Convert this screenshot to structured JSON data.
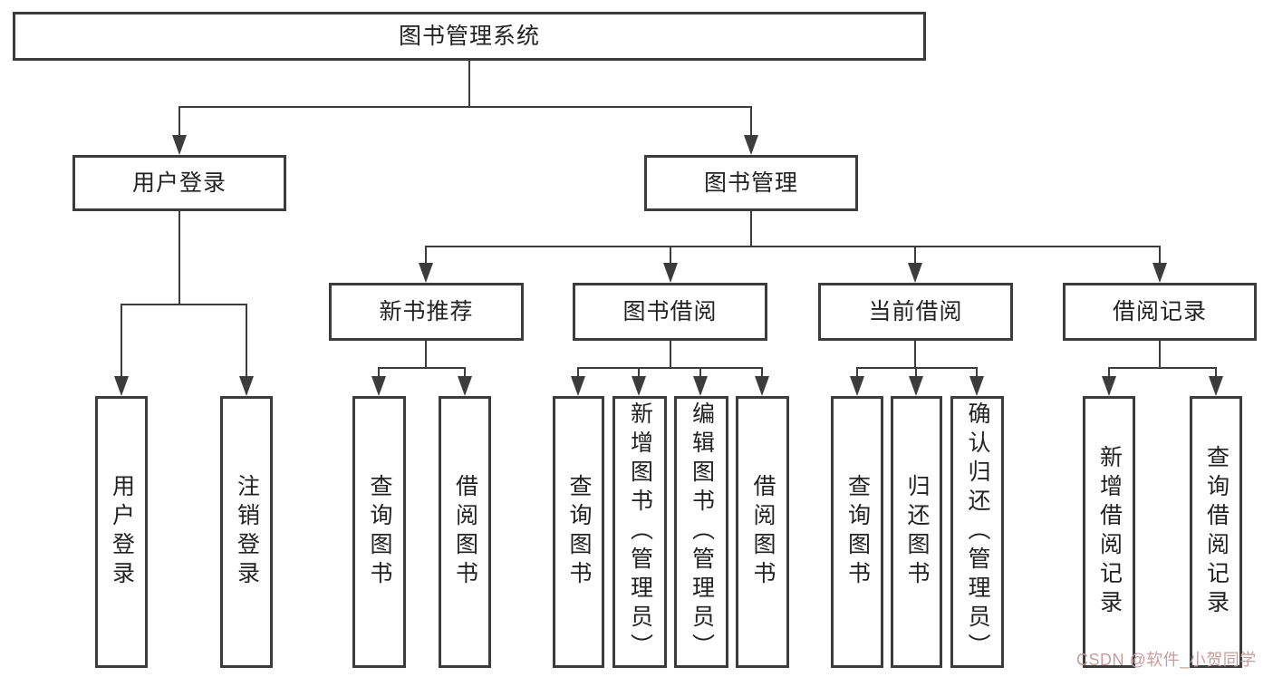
{
  "structure": {
    "label": "图书管理系统",
    "children": [
      {
        "label": "用户登录",
        "children": [
          {
            "label": "用户登录"
          },
          {
            "label": "注销登录"
          }
        ]
      },
      {
        "label": "图书管理",
        "children": [
          {
            "label": "新书推荐",
            "children": [
              {
                "label": "查询图书"
              },
              {
                "label": "借阅图书"
              }
            ]
          },
          {
            "label": "图书借阅",
            "children": [
              {
                "label": "查询图书"
              },
              {
                "label": "新增图书（管理员）"
              },
              {
                "label": "编辑图书（管理员）"
              },
              {
                "label": "借阅图书"
              }
            ]
          },
          {
            "label": "当前借阅",
            "children": [
              {
                "label": "查询图书"
              },
              {
                "label": "归还图书"
              },
              {
                "label": "确认归还（管理员）"
              }
            ]
          },
          {
            "label": "借阅记录",
            "children": [
              {
                "label": "新增借阅记录"
              },
              {
                "label": "查询借阅记录"
              }
            ]
          }
        ]
      }
    ]
  },
  "watermark": {
    "text": "CSDN @软件_小贺同学",
    "color": "#c99c9c"
  },
  "colors": {
    "background": "#ffffff",
    "box_border": "#3c3c3c",
    "connector": "#3c3c3c",
    "text": "#222222"
  }
}
